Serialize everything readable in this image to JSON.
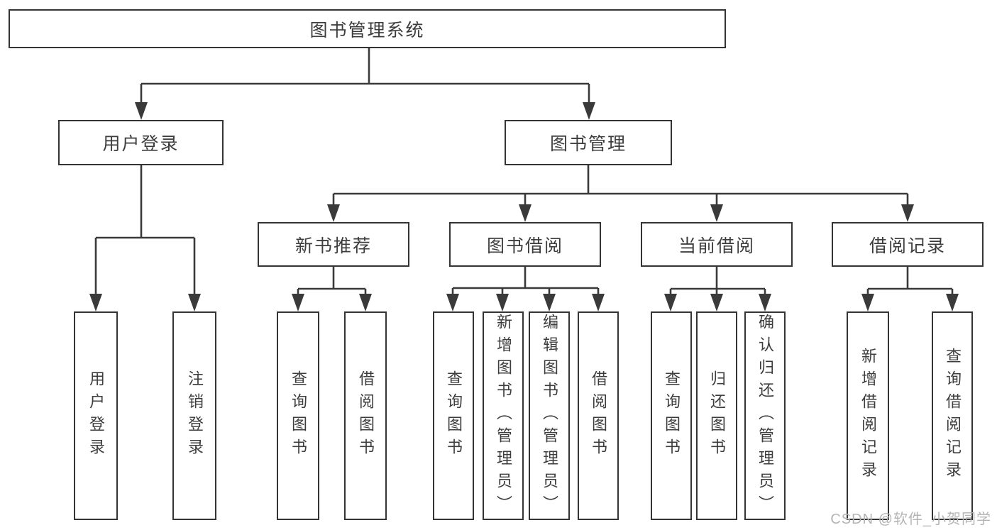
{
  "page": {
    "background": "#ffffff",
    "watermark": "CSDN @软件_小贺同学"
  },
  "colors": {
    "line": "#3a3a3a",
    "box_border": "#343434",
    "text": "#3d3d3d",
    "watermark": "#b4b4b4"
  },
  "diagram_type": "functional-structure-tree",
  "tree": {
    "label": "图书管理系统",
    "children": [
      {
        "label": "用户登录",
        "children": [
          {
            "label": "用户登录"
          },
          {
            "label": "注销登录"
          }
        ]
      },
      {
        "label": "图书管理",
        "children": [
          {
            "label": "新书推荐",
            "children": [
              {
                "label": "查询图书"
              },
              {
                "label": "借阅图书"
              }
            ]
          },
          {
            "label": "图书借阅",
            "children": [
              {
                "label": "查询图书"
              },
              {
                "label": "新增图书（管理员）"
              },
              {
                "label": "编辑图书（管理员）"
              },
              {
                "label": "借阅图书"
              }
            ]
          },
          {
            "label": "当前借阅",
            "children": [
              {
                "label": "查询图书"
              },
              {
                "label": "归还图书"
              },
              {
                "label": "确认归还（管理员）"
              }
            ]
          },
          {
            "label": "借阅记录",
            "children": [
              {
                "label": "新增借阅记录"
              },
              {
                "label": "查询借阅记录"
              }
            ]
          }
        ]
      }
    ]
  }
}
